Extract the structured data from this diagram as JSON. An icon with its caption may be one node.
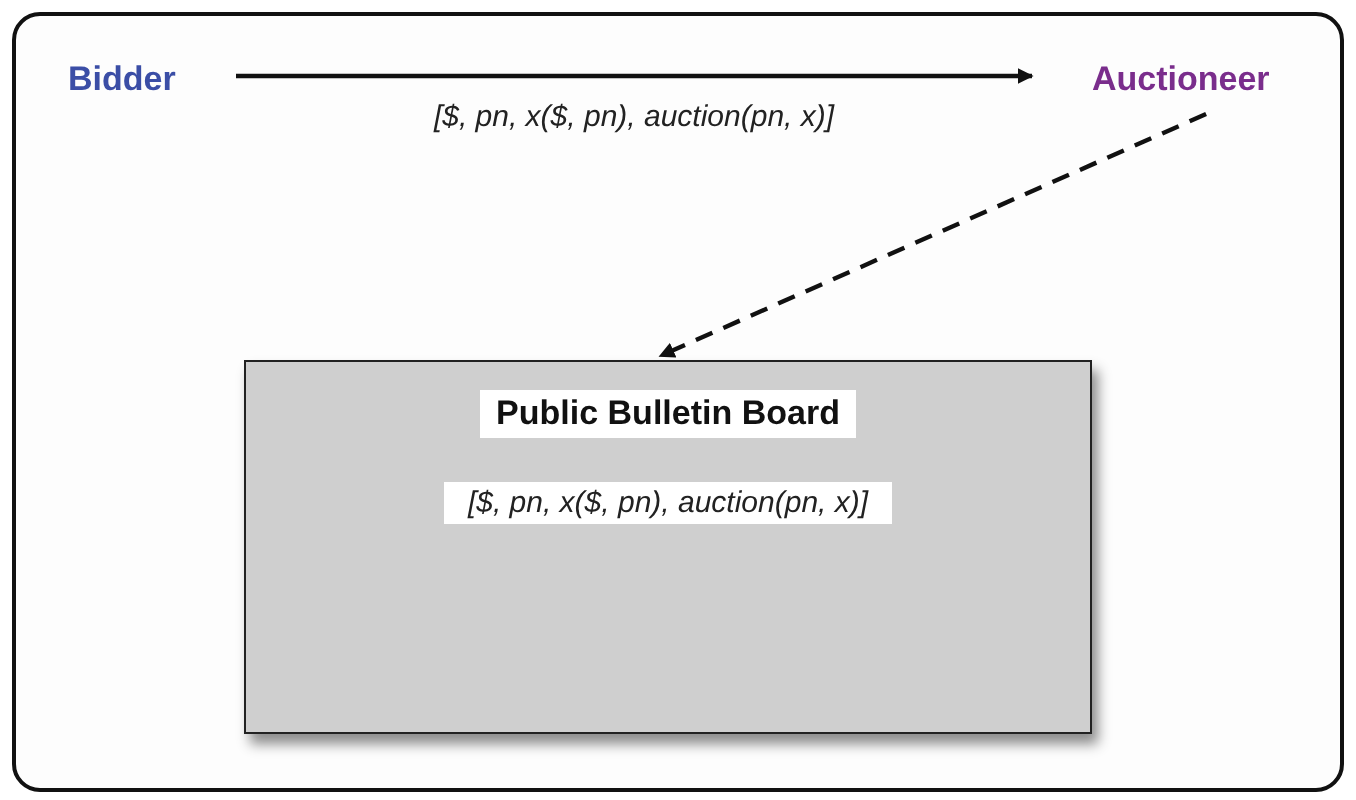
{
  "diagram": {
    "nodes": [
      {
        "text": [
          "Bidder"
        ]
      },
      {
        "text": [
          "Auctioneer"
        ]
      },
      {
        "text": [
          "Public Bulletin Board",
          "[$, pn, x($, pn), auction(pn, x)]"
        ]
      }
    ],
    "edges": [
      {
        "from": 0,
        "to": 1,
        "arrow": "to",
        "label": "[$, pn, x($, pn), auction(pn, x)]"
      },
      {
        "from": 1,
        "to": 2,
        "arrow": "to",
        "style": "dashed"
      }
    ]
  }
}
